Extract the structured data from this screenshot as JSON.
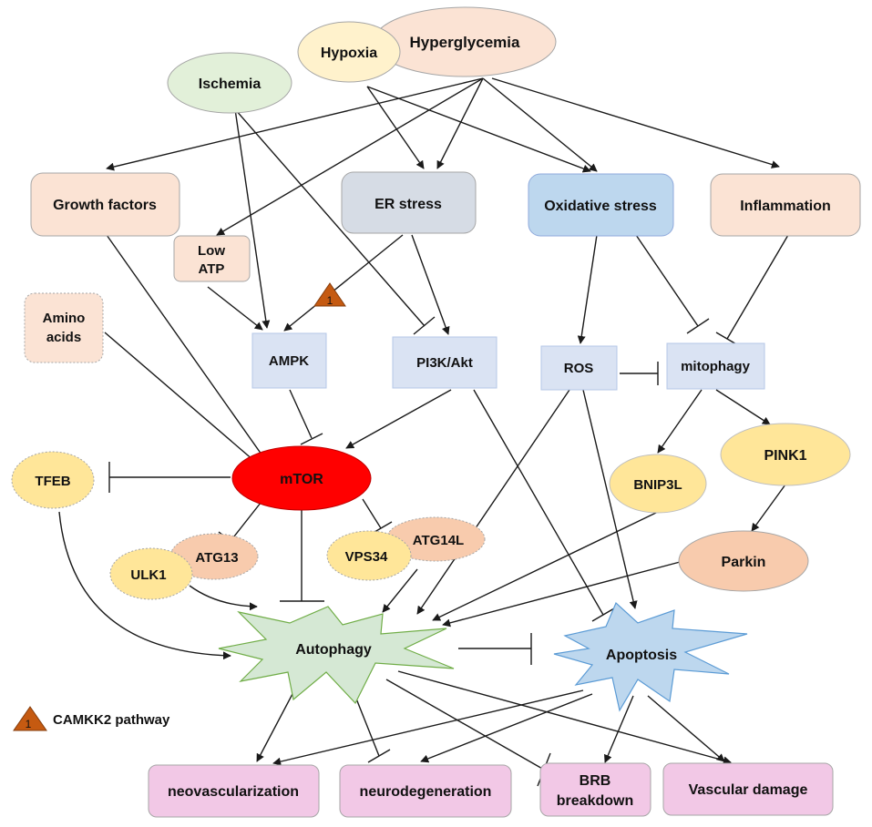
{
  "nodes": {
    "hyperglycemia": "Hyperglycemia",
    "hypoxia": "Hypoxia",
    "ischemia": "Ischemia",
    "growth_factors": "Growth factors",
    "er_stress": "ER stress",
    "oxidative_stress": "Oxidative stress",
    "inflammation": "Inflammation",
    "low_atp_1": "Low",
    "low_atp_2": "ATP",
    "amino_acids_1": "Amino",
    "amino_acids_2": "acids",
    "ampk": "AMPK",
    "pi3k_akt": "PI3K/Akt",
    "ros": "ROS",
    "mitophagy": "mitophagy",
    "tfeb": "TFEB",
    "mtor": "mTOR",
    "bnip3l": "BNIP3L",
    "pink1": "PINK1",
    "atg13": "ATG13",
    "ulk1": "ULK1",
    "atg14l": "ATG14L",
    "vps34": "VPS34",
    "parkin": "Parkin",
    "autophagy": "Autophagy",
    "apoptosis": "Apoptosis",
    "neovascularization": "neovascularization",
    "neurodegeneration": "neurodegeneration",
    "brb_1": "BRB",
    "brb_2": "breakdown",
    "vascular_damage": "Vascular damage"
  },
  "marker": {
    "number": "1"
  },
  "legend": {
    "marker_number": "1",
    "label": "CAMKK2 pathway"
  },
  "colors": {
    "peach": "#fbe3d4",
    "blue_gray": "#d6dce5",
    "blue": "#bdd7ee",
    "light_blue": "#dae3f3",
    "green": "#e2f0d9",
    "yellow": "#ffe699",
    "salmon": "#f8cbad",
    "red": "#ff0000",
    "pink": "#f2c8e6",
    "triangle": "#c55a11"
  }
}
